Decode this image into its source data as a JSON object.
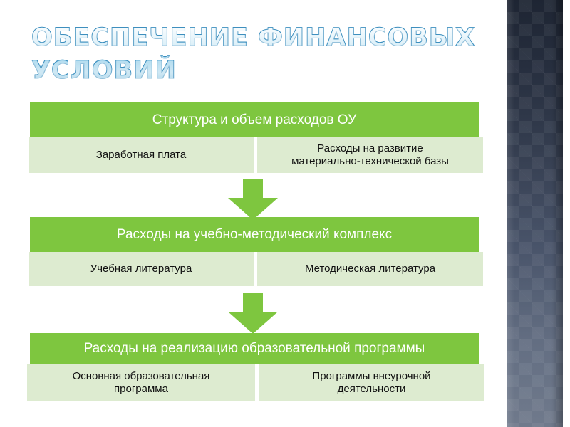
{
  "slide": {
    "title": "Обеспечение финансовых условий",
    "title_color": "#7cc2e3",
    "background_color": "#ffffff",
    "accent_green": "#7ec63f",
    "light_green": "#ddebd0",
    "panel_top_color": "#1e2533",
    "panel_bottom_color": "#707a8c"
  },
  "blocks": [
    {
      "heading": "Структура и объем расходов ОУ",
      "cells": [
        "Заработная плата",
        "Расходы на развитие\nматериально-технической базы"
      ]
    },
    {
      "heading": "Расходы на учебно-методический комплекс",
      "cells": [
        "Учебная литература",
        "Методическая литература"
      ]
    },
    {
      "heading": "Расходы на реализацию образовательной программы",
      "cells": [
        "Основная образовательная\nпрограмма",
        "Программы внеурочной\nдеятельности"
      ]
    }
  ],
  "connectors": [
    {
      "icon": "down-arrow-icon",
      "color": "#7ec63f"
    },
    {
      "icon": "down-arrow-icon",
      "color": "#7ec63f"
    }
  ]
}
